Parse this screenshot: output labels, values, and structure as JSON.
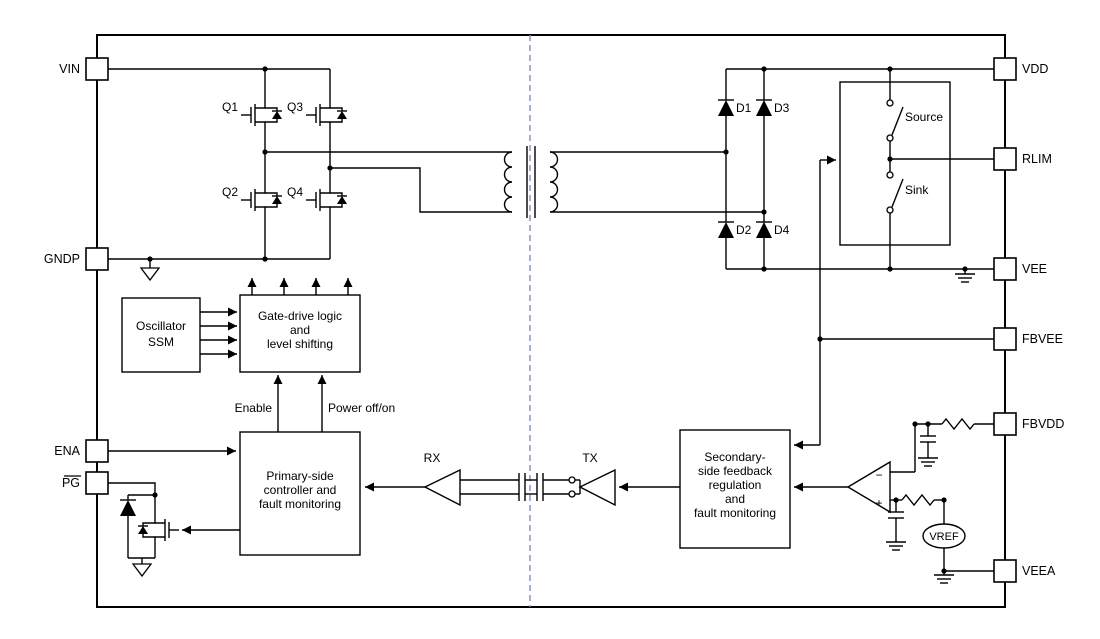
{
  "colors": {
    "wire": "#000000",
    "isolation_line": "#7f8ac4",
    "background": "#ffffff"
  },
  "pins": {
    "vin": "VIN",
    "gndp": "GNDP",
    "ena": "ENA",
    "pg": "PG",
    "vdd": "VDD",
    "rlim": "RLIM",
    "vee": "VEE",
    "fbvee": "FBVEE",
    "fbvdd": "FBVDD",
    "veea": "VEEA"
  },
  "transistors": {
    "q1": "Q1",
    "q2": "Q2",
    "q3": "Q3",
    "q4": "Q4"
  },
  "diodes": {
    "d1": "D1",
    "d2": "D2",
    "d3": "D3",
    "d4": "D4"
  },
  "blocks": {
    "oscillator": {
      "line1": "Oscillator",
      "line2": "SSM"
    },
    "gate_drive": {
      "line1": "Gate-drive logic",
      "line2": "and",
      "line3": "level shifting"
    },
    "primary_controller": {
      "line1": "Primary-side",
      "line2": "controller and",
      "line3": "fault monitoring"
    },
    "secondary_feedback": {
      "line1": "Secondary-",
      "line2": "side feedback",
      "line3": "regulation",
      "line4": "and",
      "line5": "fault monitoring"
    }
  },
  "signals": {
    "enable": "Enable",
    "power_off_on": "Power off/on",
    "rx": "RX",
    "tx": "TX"
  },
  "current_limit": {
    "source": "Source",
    "sink": "Sink"
  },
  "references": {
    "vref": "VREF"
  },
  "opamp": {
    "minus": "−",
    "plus": "+"
  }
}
